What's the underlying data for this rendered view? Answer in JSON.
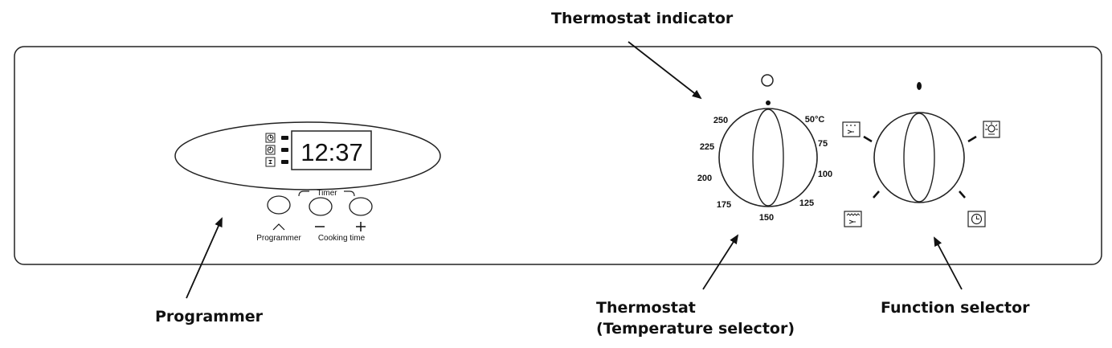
{
  "callouts": {
    "thermostat_indicator": "Thermostat indicator",
    "programmer": "Programmer",
    "thermostat_line1": "Thermostat",
    "thermostat_line2": "(Temperature selector)",
    "function_selector": "Function selector"
  },
  "display": {
    "time": "12:37"
  },
  "buttons": {
    "timer": "Timer",
    "programmer": "Programmer",
    "cooking_time": "Cooking time",
    "up_symbol": "^",
    "minus_symbol": "−",
    "plus_symbol": "+"
  },
  "thermostat_scale": {
    "t250": "250",
    "t225": "225",
    "t200": "200",
    "t175": "175",
    "t150": "150",
    "t125": "125",
    "t100": "100",
    "t75": "75",
    "t50": "50°C"
  },
  "function_selector_icons": [
    "fan-oven-icon",
    "oven-light-icon",
    "grill-icon",
    "timer-clock-icon"
  ],
  "display_icons": [
    "cook-start-icon",
    "cook-end-icon",
    "minute-minder-icon"
  ]
}
